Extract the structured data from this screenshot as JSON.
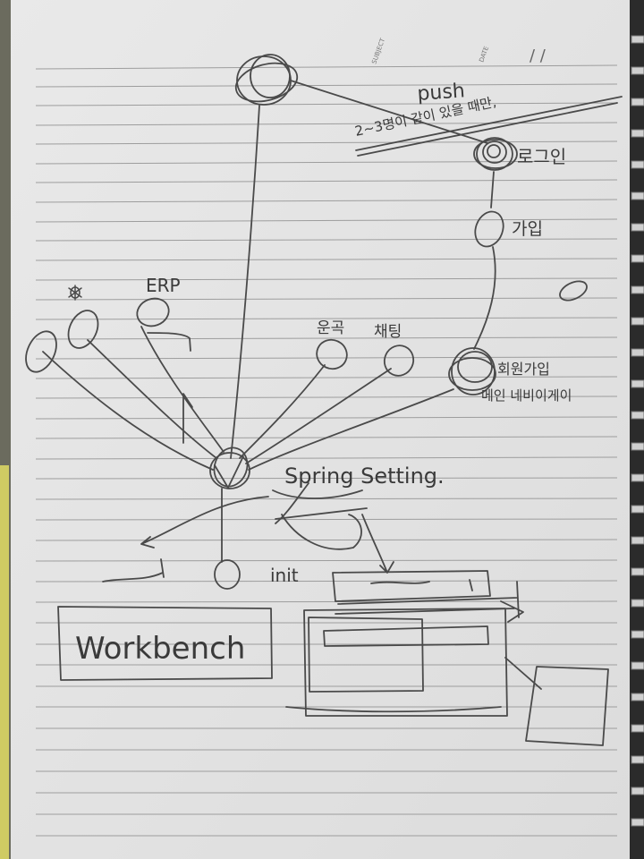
{
  "paper": {
    "header_subject": "SUBJECT",
    "header_date": "DATE",
    "header_date_marks": "/ /"
  },
  "labels": {
    "push": "push",
    "group_note": "2~3명이 같이 있을 때만,",
    "login": "로그인",
    "signup": "가입",
    "member_signup": "회원가입",
    "main_navigation": "메인 네비이게이",
    "erp": "ERP",
    "group": "운곡",
    "chatting": "채팅",
    "spring_setting": "Spring Setting.",
    "init": "init",
    "workbench": "Workbench"
  },
  "colors": {
    "paper": "#e4e4e4",
    "rule_line": "#9a9a9a",
    "pencil": "#4a4a4a",
    "background": "#2a2a2a",
    "binding_yellow": "#d8d46a"
  }
}
